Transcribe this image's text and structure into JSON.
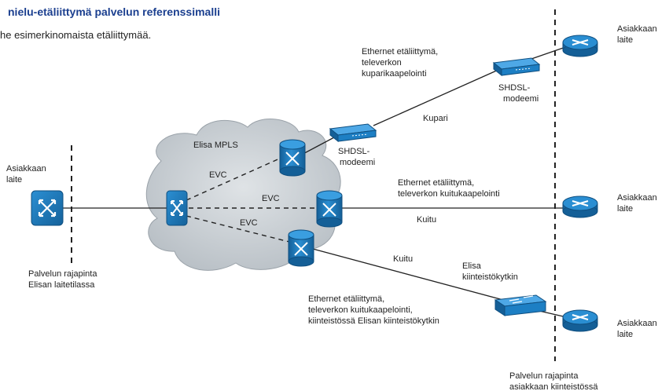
{
  "title": "nielu-etäliittymä palvelun referenssimalli",
  "subtitle": "he esimerkinomaista etäliittymää.",
  "colors": {
    "title": "#1b3f8f",
    "router_fill": "#1d7fc4",
    "cloud_fill": "#c9ced3",
    "modem_fill": "#1d7fc4",
    "line": "#222222"
  },
  "labels": {
    "left_customer": [
      "Asiakkaan",
      "laite"
    ],
    "left_boundary": [
      "Palvelun rajapinta",
      "Elisan laitetilassa"
    ],
    "cloud": "Elisa MPLS",
    "evc_top": "EVC",
    "evc_mid": "EVC",
    "evc_bot": "EVC",
    "copper_note": [
      "Ethernet etäliittymä,",
      "televerkon",
      "kuparikaapelointi"
    ],
    "shdsl_top": [
      "SHDSL-",
      "modeemi"
    ],
    "shdsl_mid": [
      "SHDSL-",
      "modeemi"
    ],
    "kupari": "Kupari",
    "fiber_note": [
      "Ethernet etäliittymä,",
      "televerkon kuitukaapelointi"
    ],
    "kuitu_mid": "Kuitu",
    "kuitu_bot": "Kuitu",
    "switch_label": [
      "Elisa",
      "kiinteistökytkin"
    ],
    "bottom_note": [
      "Ethernet etäliittymä,",
      "televerkon kuitukaapelointi,",
      "kiinteistössä Elisan kiinteistökytkin"
    ],
    "right_customer_top": [
      "Asiakkaan",
      "laite"
    ],
    "right_customer_mid": [
      "Asiakkaan",
      "laite"
    ],
    "right_customer_bot": [
      "Asiakkaan",
      "laite"
    ],
    "right_boundary": [
      "Palvelun rajapinta",
      "asiakkaan kiinteistössä"
    ]
  }
}
